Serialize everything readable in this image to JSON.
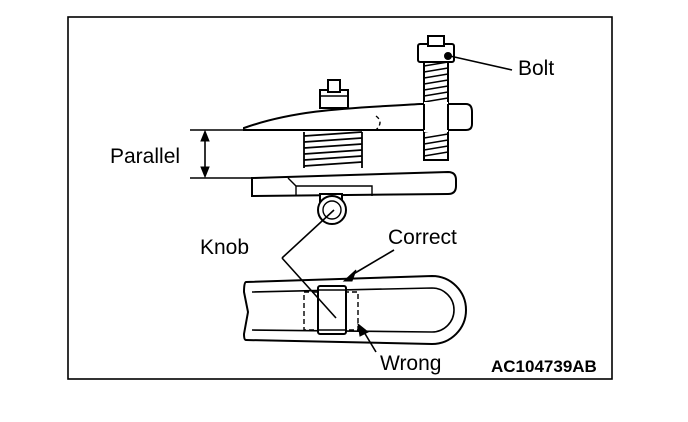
{
  "labels": {
    "bolt": "Bolt",
    "parallel": "Parallel",
    "knob": "Knob",
    "correct": "Correct",
    "wrong": "Wrong"
  },
  "figure_code": "AC104739AB"
}
